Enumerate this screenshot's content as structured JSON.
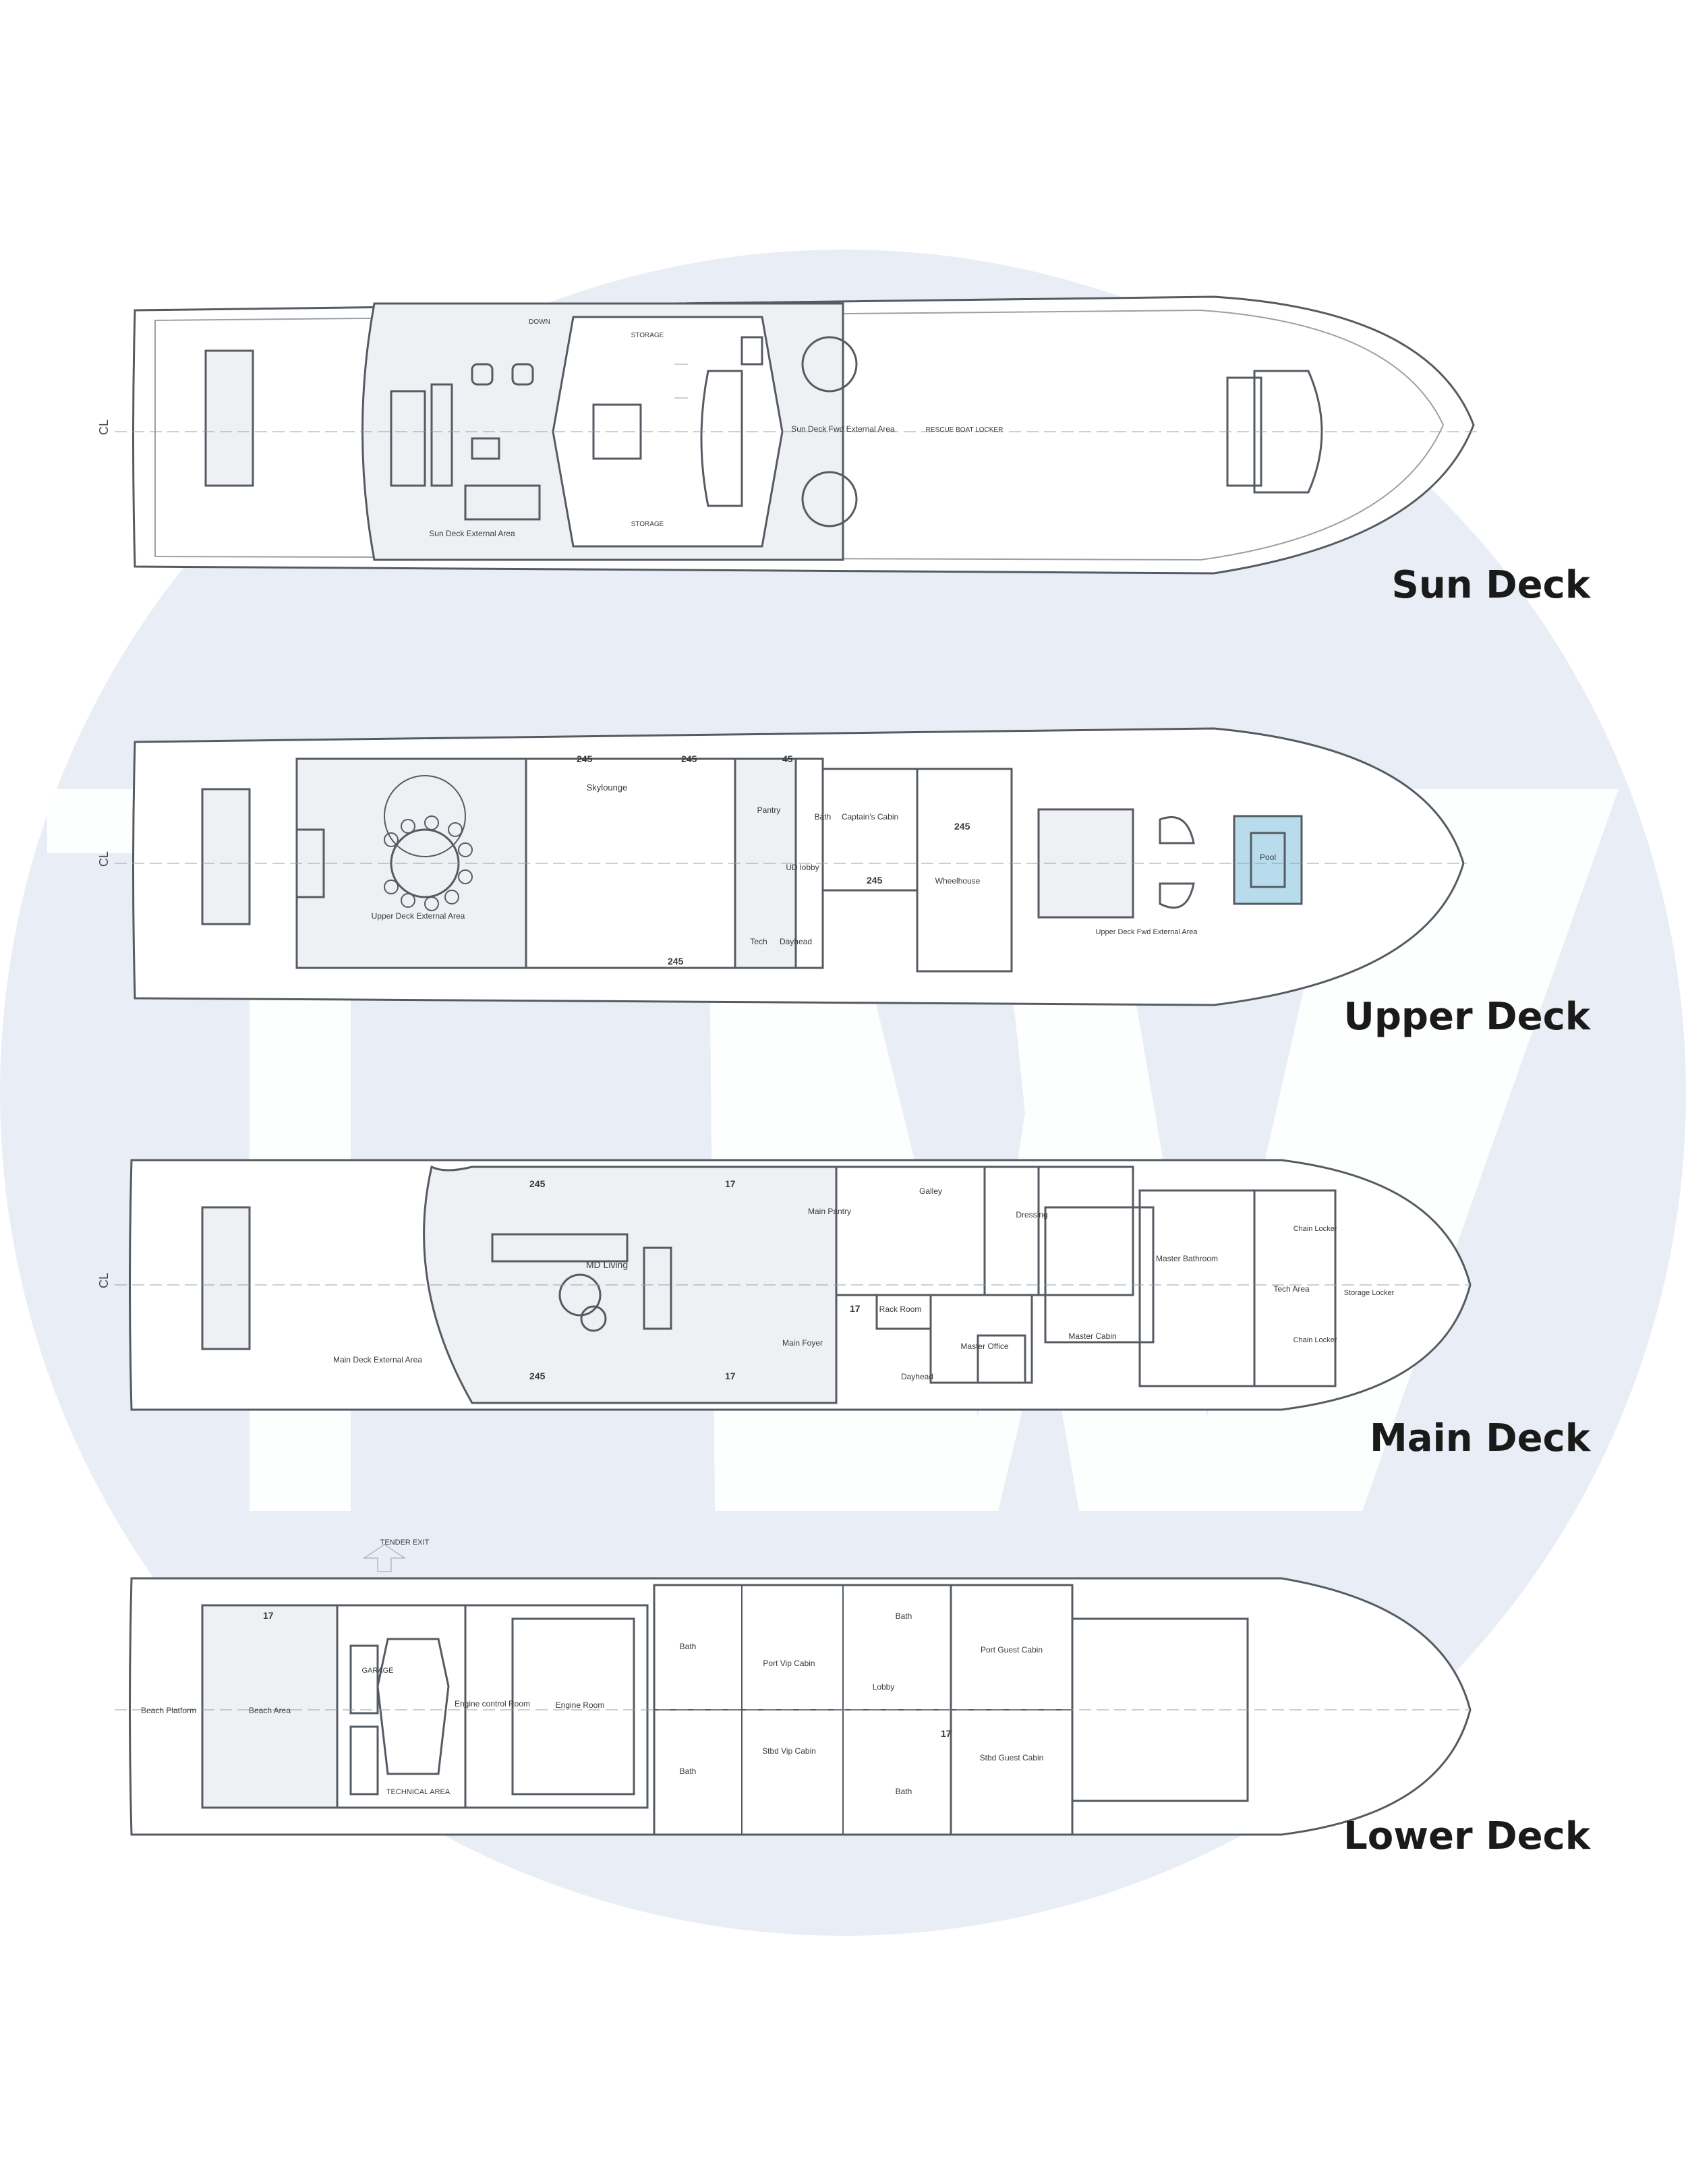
{
  "watermark": {
    "letters": "TW",
    "circle_color": "#e9eef6",
    "letter_color": "#ffffff"
  },
  "colors": {
    "line": "#555b63",
    "light_line": "#9aa0a8",
    "deck_fill": "#eef0f3",
    "pool": "#b8dcec"
  },
  "decks": [
    {
      "title": "Sun Deck",
      "rooms": [
        "Sun Deck External Area",
        "Sun Deck Fwd External Area",
        "STORAGE",
        "STORAGE",
        "RESCUE BOAT LOCKER",
        "DOWN"
      ]
    },
    {
      "title": "Upper Deck",
      "rooms": [
        "Skylounge",
        "Upper Deck External Area",
        "Pantry",
        "Bath",
        "Captain's Cabin",
        "Wheelhouse",
        "UD lobby",
        "Dayhead",
        "Tech",
        "Pool",
        "Upper Deck Fwd External Area",
        "245",
        "245",
        "245",
        "245",
        "245",
        "45"
      ]
    },
    {
      "title": "Main Deck",
      "rooms": [
        "MD Living",
        "Main Pantry",
        "Galley",
        "Dressing",
        "Master Bathroom",
        "Master Cabin",
        "Master Office",
        "Main Foyer",
        "Rack Room",
        "Dayhead",
        "Main Deck External Area",
        "Tech Area",
        "Chain Locker",
        "Chain Locker",
        "Storage Locker",
        "245",
        "245",
        "17",
        "17",
        "17"
      ]
    },
    {
      "title": "Lower Deck",
      "rooms": [
        "Beach Platform",
        "Beach Area",
        "GARAGE",
        "TECHNICAL AREA",
        "Engine control Room",
        "Engine Room",
        "Bath",
        "Port Vip Cabin",
        "Stbd Vip Cabin",
        "Bath",
        "Bath",
        "Bath",
        "Port Guest Cabin",
        "Stbd Guest Cabin",
        "Lobby",
        "TENDER EXIT",
        "17",
        "17"
      ]
    }
  ],
  "centerline_label": "CL"
}
